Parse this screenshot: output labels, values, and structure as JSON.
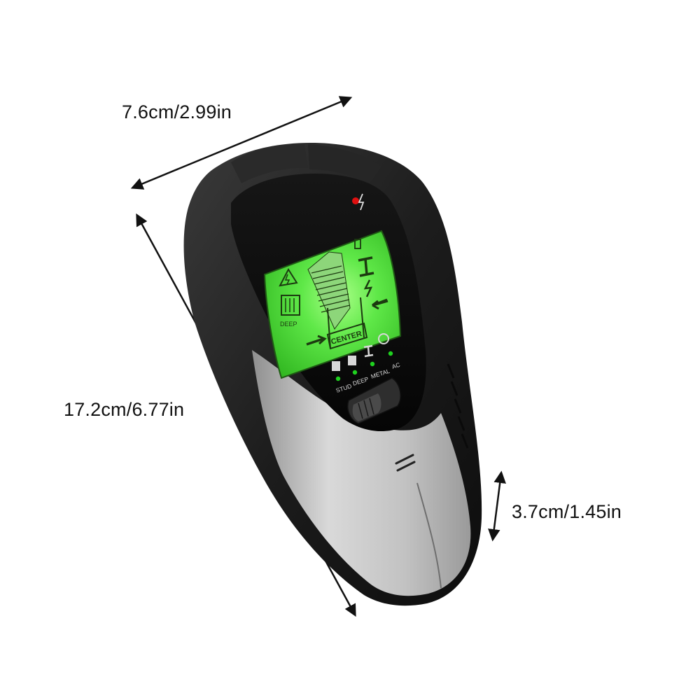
{
  "dimensions": {
    "width": "7.6cm/2.99in",
    "length": "17.2cm/6.77in",
    "depth": "3.7cm/1.45in"
  },
  "device": {
    "lcd": {
      "deep_label": "DEEP",
      "center_label": "CENTER"
    },
    "indicators": {
      "stud": "STUD",
      "deep": "DEEP",
      "metal": "METAL",
      "ac": "AC"
    }
  },
  "colors": {
    "lcd_green": "#4fe03a",
    "led_green": "#1fd11f",
    "body_black": "#1a1a1a",
    "body_silver": "#c8c8c8",
    "status_led_red": "#e01010"
  }
}
